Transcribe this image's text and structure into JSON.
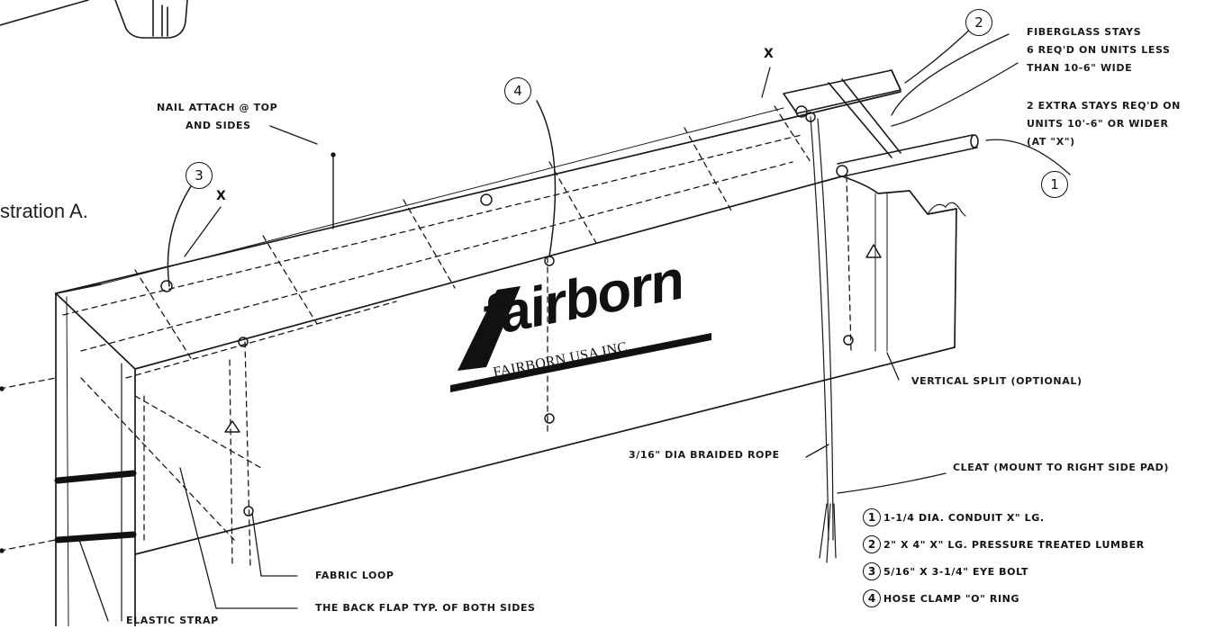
{
  "intro_text": "stration A.",
  "brand": {
    "logo_text": "fairborn",
    "company_name": "FAIRBORN USA INC."
  },
  "labels": {
    "nail_attach": "NAIL ATTACH @ TOP",
    "nail_attach_2": "AND SIDES",
    "fiberglass_1": "FIBERGLASS STAYS",
    "fiberglass_2": "6 REQ'D ON UNITS LESS",
    "fiberglass_3": "THAN 10-6\" WIDE",
    "extra_1": "2 EXTRA STAYS REQ'D ON",
    "extra_2": "UNITS 10'-6\" OR WIDER",
    "extra_3": "(AT \"X\")",
    "vertical_split": "VERTICAL SPLIT (OPTIONAL)",
    "rope": "3/16\" DIA BRAIDED ROPE",
    "cleat": "CLEAT (MOUNT TO RIGHT SIDE PAD)",
    "fabric_loop": "FABRIC LOOP",
    "back_flap": "THE BACK FLAP TYP. OF BOTH SIDES",
    "elastic_strap": "ELASTIC STRAP"
  },
  "callouts": {
    "c1": "1",
    "c2": "2",
    "c3": "3",
    "c4": "4",
    "x": "X"
  },
  "legend": [
    {
      "num": "1",
      "text": "1-1/4 DIA. CONDUIT X\" LG."
    },
    {
      "num": "2",
      "text": "2\" X 4\" X\" LG. PRESSURE TREATED LUMBER"
    },
    {
      "num": "3",
      "text": "5/16\" X 3-1/4\" EYE BOLT"
    },
    {
      "num": "4",
      "text": "HOSE CLAMP \"O\" RING"
    }
  ]
}
